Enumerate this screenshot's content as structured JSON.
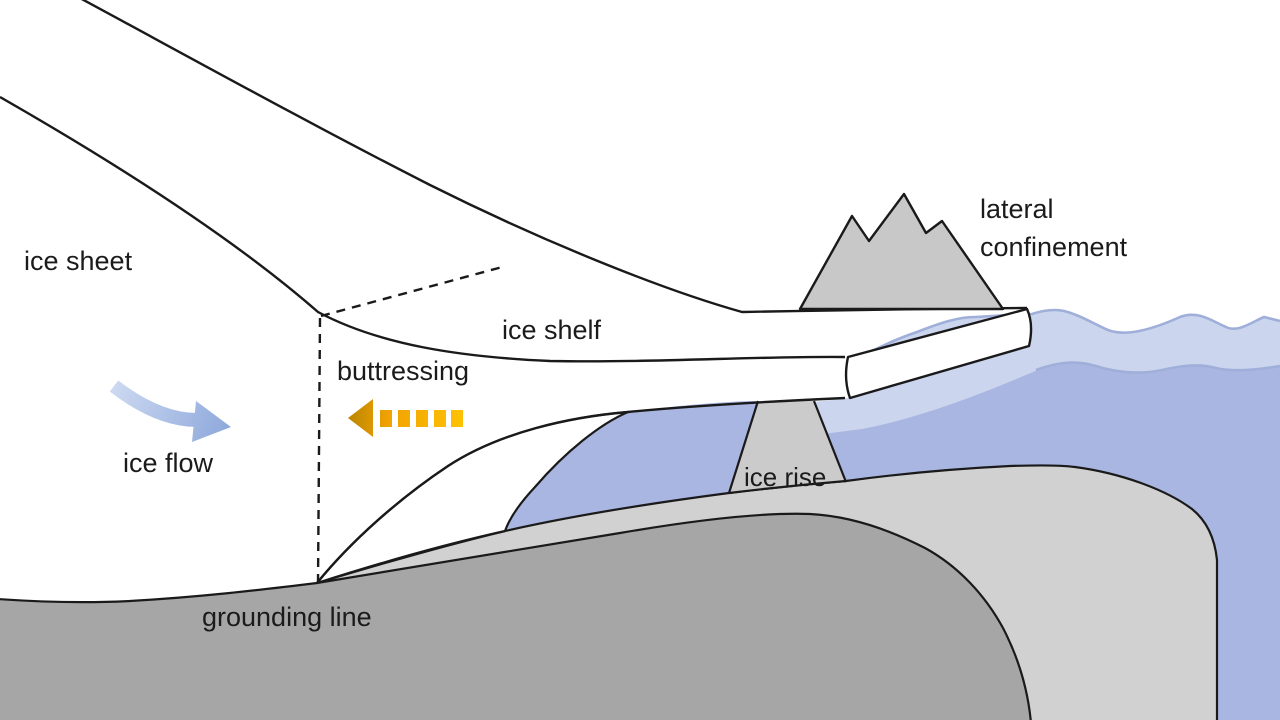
{
  "diagram": {
    "title_labels": {
      "ice_sheet": "ice sheet",
      "ice_shelf": "ice shelf",
      "buttressing": "buttressing",
      "ice_flow": "ice flow",
      "grounding_line": "grounding line",
      "ice_rise": "ice rise",
      "lateral_confinement": "lateral\nconfinement"
    },
    "icons": {
      "ice_flow_arrow": "curved blue gradient arrow pointing right-down",
      "buttressing_arrow": "gold dashed arrow pointing left",
      "cross_section": "dashed line marking buttressing cross-section",
      "mountain": "lateral confinement mountain"
    },
    "colors": {
      "outline": "#1a1a1a",
      "sea_water": "#a9b6e1",
      "sea_surface_band": "#ccd5ee",
      "wave_stroke": "#9fafd9",
      "bedrock_dark": "#a6a6a6",
      "bedrock_light": "#d1d1d1",
      "mountain_gray": "#c8c8c8",
      "ice_rise_gray": "#cbcbcb",
      "ice_white": "#ffffff",
      "buttressing_arrow_dark": "#bb8600",
      "buttressing_arrow_bright": "#fec103",
      "ice_flow_arrow_light": "#cdd9f1",
      "ice_flow_arrow_dark": "#8fa9dc"
    }
  }
}
